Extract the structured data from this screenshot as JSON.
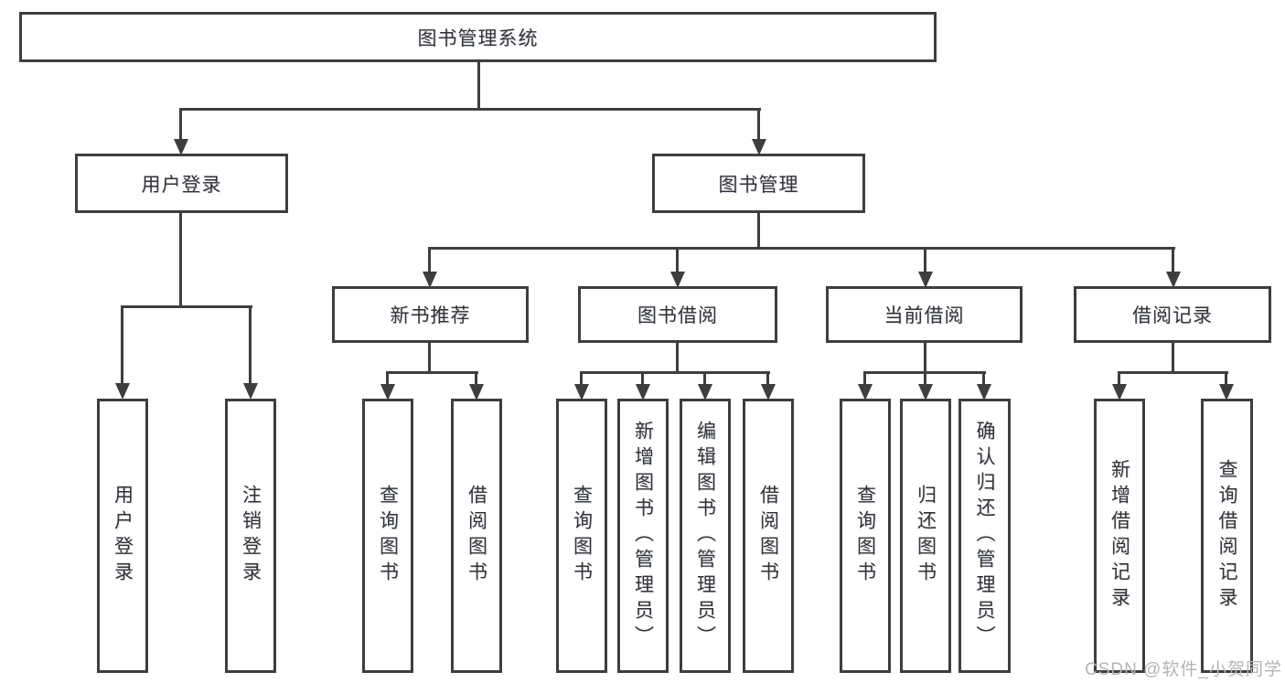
{
  "tree": {
    "label": "图书管理系统",
    "children": [
      {
        "label": "用户登录",
        "children": [
          {
            "label": "用户登录"
          },
          {
            "label": "注销登录"
          }
        ]
      },
      {
        "label": "图书管理",
        "children": [
          {
            "label": "新书推荐",
            "children": [
              {
                "label": "查询图书"
              },
              {
                "label": "借阅图书"
              }
            ]
          },
          {
            "label": "图书借阅",
            "children": [
              {
                "label": "查询图书"
              },
              {
                "label": "新增图书（管理员）"
              },
              {
                "label": "编辑图书（管理员）"
              },
              {
                "label": "借阅图书"
              }
            ]
          },
          {
            "label": "当前借阅",
            "children": [
              {
                "label": "查询图书"
              },
              {
                "label": "归还图书"
              },
              {
                "label": "确认归还（管理员）"
              }
            ]
          },
          {
            "label": "借阅记录",
            "children": [
              {
                "label": "新增借阅记录"
              },
              {
                "label": "查询借阅记录"
              }
            ]
          }
        ]
      }
    ]
  },
  "watermark": {
    "text": "CSDN @软件_小贺同学"
  },
  "colors": {
    "line": "#3e3e3e",
    "text": "#333333",
    "watermark": "#b5b5b5",
    "background": "#ffffff"
  }
}
